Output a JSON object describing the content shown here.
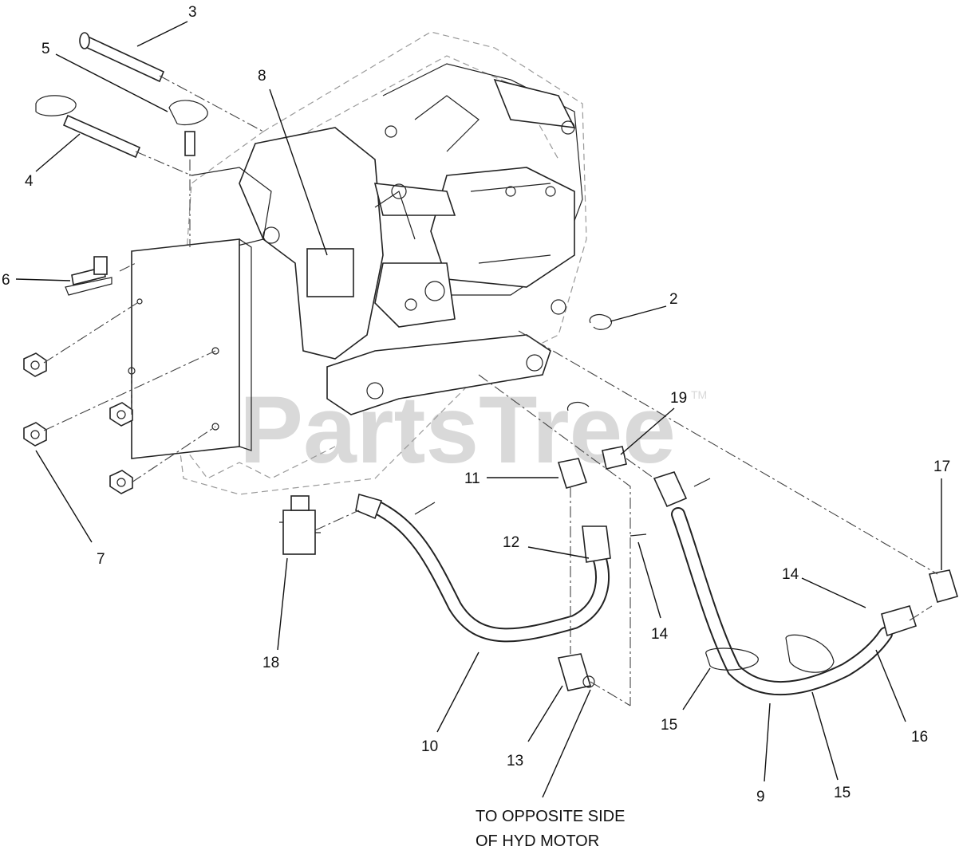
{
  "watermark": {
    "text": "PartsTree",
    "trademark": "TM"
  },
  "callouts": {
    "c1": "3",
    "c2": "5",
    "c3": "8",
    "c4": "4",
    "c5": "6",
    "c6": "2",
    "c7": "7",
    "c8": "19",
    "c9": "11",
    "c10": "17",
    "c11": "12",
    "c12": "14",
    "c13": "14",
    "c14": "18",
    "c15": "15",
    "c16": "10",
    "c17": "16",
    "c18": "13",
    "c19": "9",
    "c20": "15"
  },
  "note": {
    "line1": "TO OPPOSITE SIDE",
    "line2": "OF HYD MOTOR"
  }
}
